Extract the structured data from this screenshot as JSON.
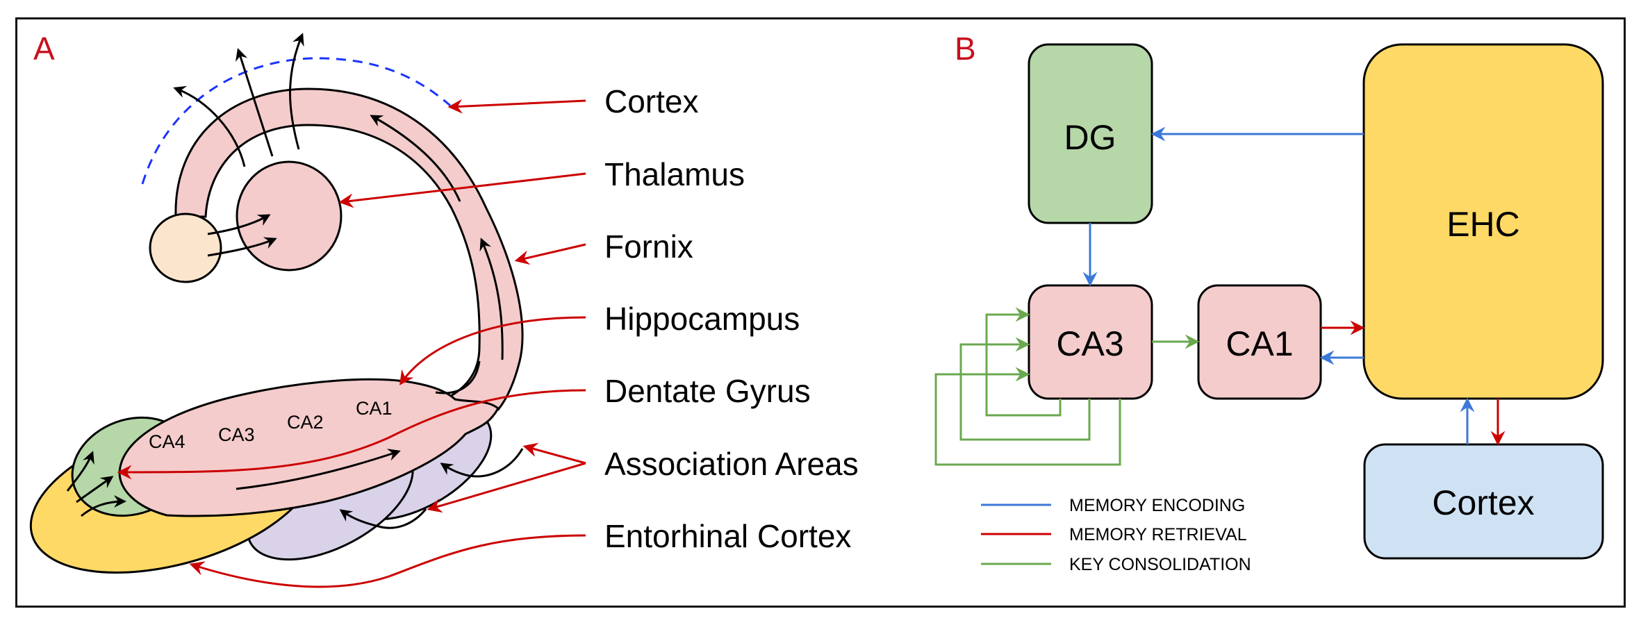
{
  "panels": {
    "a": {
      "letter": "A",
      "labels": [
        {
          "key": "cortex",
          "text": "Cortex"
        },
        {
          "key": "thalamus",
          "text": "Thalamus"
        },
        {
          "key": "fornix",
          "text": "Fornix"
        },
        {
          "key": "hippocampus",
          "text": "Hippocampus"
        },
        {
          "key": "dentate_gyrus",
          "text": "Dentate Gyrus"
        },
        {
          "key": "association_areas",
          "text": "Association Areas"
        },
        {
          "key": "entorhinal_cortex",
          "text": "Entorhinal Cortex"
        }
      ],
      "subfields": [
        "CA4",
        "CA3",
        "CA2",
        "CA1"
      ]
    },
    "b": {
      "letter": "B",
      "nodes": {
        "dg": "DG",
        "ca3": "CA3",
        "ca1": "CA1",
        "ehc": "EHC",
        "cortex": "Cortex"
      },
      "edges": [
        {
          "from": "EHC",
          "to": "DG",
          "type": "encoding"
        },
        {
          "from": "DG",
          "to": "CA3",
          "type": "encoding"
        },
        {
          "from": "CA3",
          "to": "CA3",
          "type": "consolidation",
          "count": 3
        },
        {
          "from": "CA3",
          "to": "CA1",
          "type": "consolidation"
        },
        {
          "from": "CA1",
          "to": "EHC",
          "type": "retrieval"
        },
        {
          "from": "EHC",
          "to": "CA1",
          "type": "encoding"
        },
        {
          "from": "Cortex",
          "to": "EHC",
          "type": "encoding"
        },
        {
          "from": "EHC",
          "to": "Cortex",
          "type": "retrieval"
        }
      ],
      "legend": [
        {
          "key": "encoding",
          "label": "MEMORY ENCODING",
          "color": "#3c78d8"
        },
        {
          "key": "retrieval",
          "label": "MEMORY RETRIEVAL",
          "color": "#cc0000"
        },
        {
          "key": "consolidation",
          "label": "KEY CONSOLIDATION",
          "color": "#6aa84f"
        }
      ]
    }
  },
  "colors": {
    "accent_letter": "#c8101e",
    "pink": "#f4cccc",
    "cream": "#fce5cd",
    "green_fill": "#b6d7a8",
    "yellow_fill": "#ffd966",
    "lavender_fill": "#d9d2e9",
    "blue_fill": "#cfe2f3",
    "dashed_blue": "#1a33ff"
  }
}
